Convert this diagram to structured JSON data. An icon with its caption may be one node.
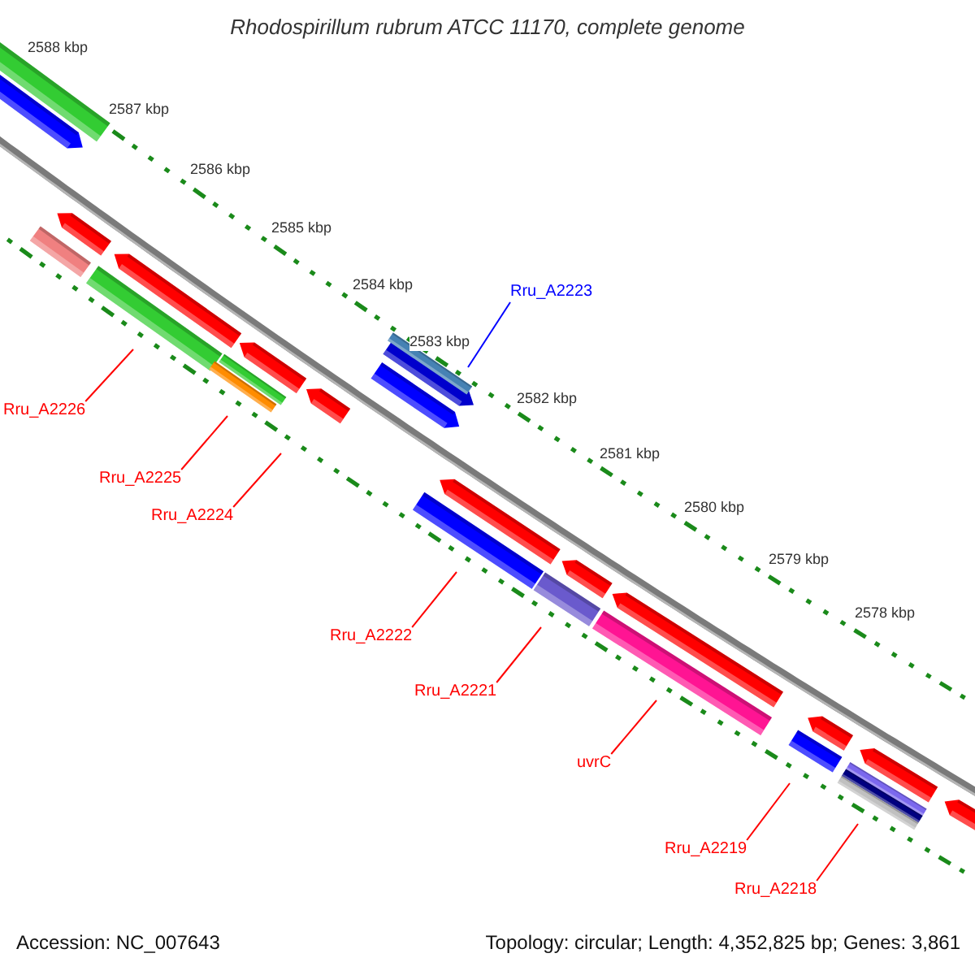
{
  "diagram": {
    "title": "Rhodospirillum rubrum ATCC 11170, complete genome",
    "nodes": [
      {
        "text": [
          "Rru_A2223"
        ]
      },
      {
        "text": [
          "Rru_A2226"
        ]
      },
      {
        "text": [
          "Rru_A2225"
        ]
      },
      {
        "text": [
          "Rru_A2224"
        ]
      },
      {
        "text": [
          "Rru_A2222"
        ]
      },
      {
        "text": [
          "Rru_A2221"
        ]
      },
      {
        "text": [
          "uvrC"
        ]
      },
      {
        "text": [
          "Rru_A2219"
        ]
      },
      {
        "text": [
          "Rru_A2218"
        ]
      }
    ],
    "edges": [
      {
        "from": 0,
        "to": null,
        "arrow": "none",
        "color": "#0000ff"
      },
      {
        "from": 1,
        "to": null,
        "arrow": "none"
      },
      {
        "from": 2,
        "to": null,
        "arrow": "none"
      },
      {
        "from": 3,
        "to": null,
        "arrow": "none"
      },
      {
        "from": 4,
        "to": null,
        "arrow": "none"
      },
      {
        "from": 5,
        "to": null,
        "arrow": "none"
      },
      {
        "from": 6,
        "to": null,
        "arrow": "none"
      },
      {
        "from": 7,
        "to": null,
        "arrow": "none"
      },
      {
        "from": 8,
        "to": null,
        "arrow": "none"
      }
    ],
    "labels": [
      "2588 kbp",
      "2587 kbp",
      "2586 kbp",
      "2585 kbp",
      "2584 kbp",
      "2583 kbp",
      "2582 kbp",
      "2581 kbp",
      "2580 kbp",
      "2579 kbp",
      "2578 kbp",
      "Accession: NC_007643",
      "Topology: circular; Length: 4,352,825 bp; Genes: 3,861"
    ]
  }
}
